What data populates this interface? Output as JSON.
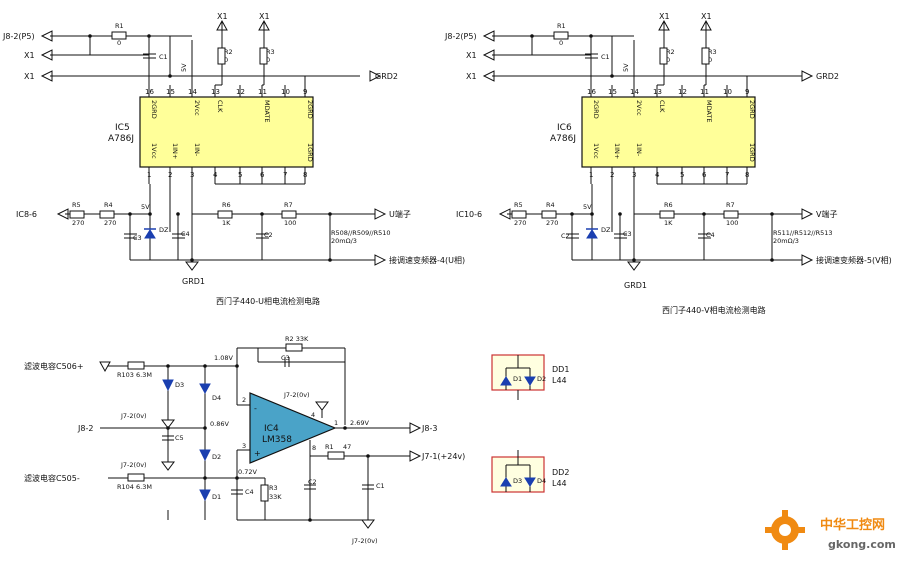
{
  "left_circuit": {
    "ic": "IC5",
    "ic_part": "A786J",
    "top_pin_nums": [
      "16",
      "15",
      "14",
      "13",
      "12",
      "11",
      "10",
      "9"
    ],
    "bottom_pin_nums": [
      "1",
      "2",
      "3",
      "4",
      "5",
      "6",
      "7",
      "8"
    ],
    "top_pin_names": [
      "2GRD",
      "2Vcc",
      "CLK",
      "MDATE",
      "2GRD"
    ],
    "bottom_pin_names": [
      "1Vcc",
      "1IN+",
      "1IN-",
      "1GRD"
    ],
    "net_j8": "J8-2(P5)",
    "net_x1_a": "X1",
    "net_x1_b": "X1",
    "x1_top_1": "X1",
    "x1_top_2": "X1",
    "r1": "R1",
    "r1_val": "0",
    "c1": "C1",
    "r2": "R2",
    "r2_val": "0",
    "r3": "R3",
    "r3_val": "0",
    "v5_top": "5V",
    "grd2": "GRD2",
    "ic_in": "IC8-6",
    "r5": "R5",
    "r5_val": "270",
    "r4": "R4",
    "r4_val": "270",
    "v5_mid": "5V",
    "c3": "C3",
    "dz": "DZ",
    "c4": "C4",
    "r6": "R6",
    "r6_val": "1K",
    "r7": "R7",
    "r7_val": "100",
    "c2": "C2",
    "rs": "R508//R509//R510",
    "rs_val": "20mΩ/3",
    "out1": "U端子",
    "out2": "接调速变频器-4(U相)",
    "grd1": "GRD1",
    "caption": "西门子440-U相电流检测电路"
  },
  "right_circuit": {
    "ic": "IC6",
    "ic_part": "A786J",
    "top_pin_nums": [
      "16",
      "15",
      "14",
      "13",
      "12",
      "11",
      "10",
      "9"
    ],
    "bottom_pin_nums": [
      "1",
      "2",
      "3",
      "4",
      "5",
      "6",
      "7",
      "8"
    ],
    "top_pin_names": [
      "2GRD",
      "2Vcc",
      "CLK",
      "MDATE",
      "2GRD"
    ],
    "bottom_pin_names": [
      "1Vcc",
      "1IN+",
      "1IN-",
      "1GRD"
    ],
    "net_j8": "J8-2(P5)",
    "net_x1_a": "X1",
    "net_x1_b": "X1",
    "x1_top_1": "X1",
    "x1_top_2": "X1",
    "r1": "R1",
    "r1_val": "0",
    "c1": "C1",
    "r2": "R2",
    "r2_val": "0",
    "r3": "R3",
    "r3_val": "0",
    "v5_top": "5V",
    "grd2": "GRD2",
    "ic_in": "IC10-6",
    "r5": "R5",
    "r5_val": "270",
    "r4": "R4",
    "r4_val": "270",
    "v5_mid": "5V",
    "c3": "C2",
    "dz": "DZ",
    "c4": "C3",
    "r6": "R6",
    "r6_val": "1K",
    "r7": "R7",
    "r7_val": "100",
    "c2": "C4",
    "rs": "R511//R512//R513",
    "rs_val": "20mΩ/3",
    "out1": "V端子",
    "out2": "接调速变频器-5(V相)",
    "grd1": "GRD1",
    "caption": "西门子440-V相电流检测电路"
  },
  "amp_circuit": {
    "in_top": "滤波电容C506+",
    "in_bottom": "滤波电容C505-",
    "r103": "R103 6.3M",
    "r104": "R104 6.3M",
    "r2": "R2 33K",
    "c3": "C3",
    "v108": "1.08V",
    "v086": "0.86V",
    "v072": "0.72V",
    "v269": "2.69V",
    "j7_top": "J7-2(0v)",
    "j7_left1": "J7-2(0v)",
    "j7_left2": "J7-2(0v)",
    "j7_bottom": "J7-2(0v)",
    "j8_2": "J8-2",
    "j8_3": "J8-3",
    "j7_1": "J7-1(+24v)",
    "c5": "C5",
    "c4": "C4",
    "c2": "C2",
    "c1": "C1",
    "r3": "R3",
    "r3_val": "33K",
    "r1": "R1",
    "r1_val": "47",
    "d1": "D1",
    "d2": "D2",
    "d3": "D3",
    "d4": "D4",
    "ic4": "IC4",
    "lm358": "LM358",
    "pin_minus": "-",
    "pin_plus": "+",
    "pin2": "2",
    "pin3": "3",
    "pin4": "4",
    "pin1": "1",
    "pin8": "8"
  },
  "dd_parts": [
    {
      "ref": "DD1",
      "part": "L44",
      "d_left": "D1",
      "d_right": "D2"
    },
    {
      "ref": "DD2",
      "part": "L44",
      "d_left": "D3",
      "d_right": "D4"
    }
  ],
  "watermark": {
    "name": "中华工控网",
    "site": "gkong.com",
    "accent": "#f08a12"
  }
}
